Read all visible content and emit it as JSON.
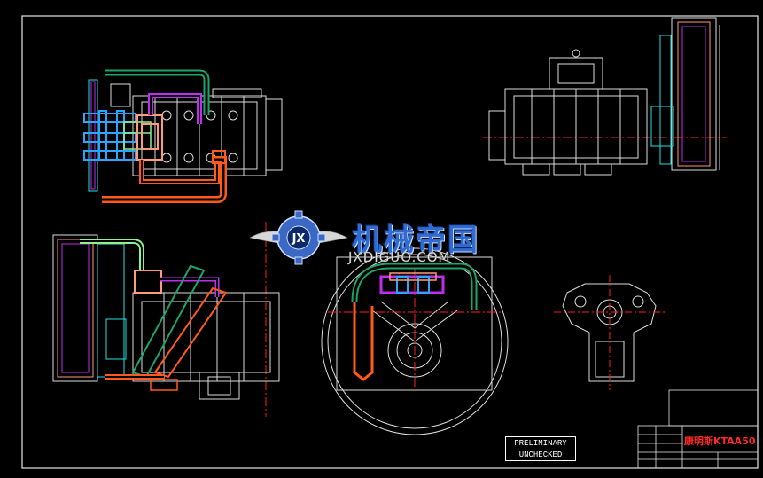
{
  "watermark": {
    "brand_cn": "机械帝国",
    "brand_url": "JXDIGUO.COM",
    "logo_letters": "JX"
  },
  "stamp": {
    "line1": "PRELIMINARY",
    "line2": "UNCHECKED"
  },
  "title_block": {
    "title": "康明斯KTAA50"
  },
  "colors": {
    "background": "#000000",
    "frame": "#ffffff",
    "line_white": "#e6e6e6",
    "green": "#1ea36a",
    "magenta": "#c02cf0",
    "orange": "#ff5a1a",
    "blue": "#2aa6ff",
    "cyan": "#22e0e0",
    "light_green": "#8ef08e",
    "salmon": "#ff9a7a",
    "center_red": "#ff2020",
    "title_red": "#ff2a2a"
  }
}
